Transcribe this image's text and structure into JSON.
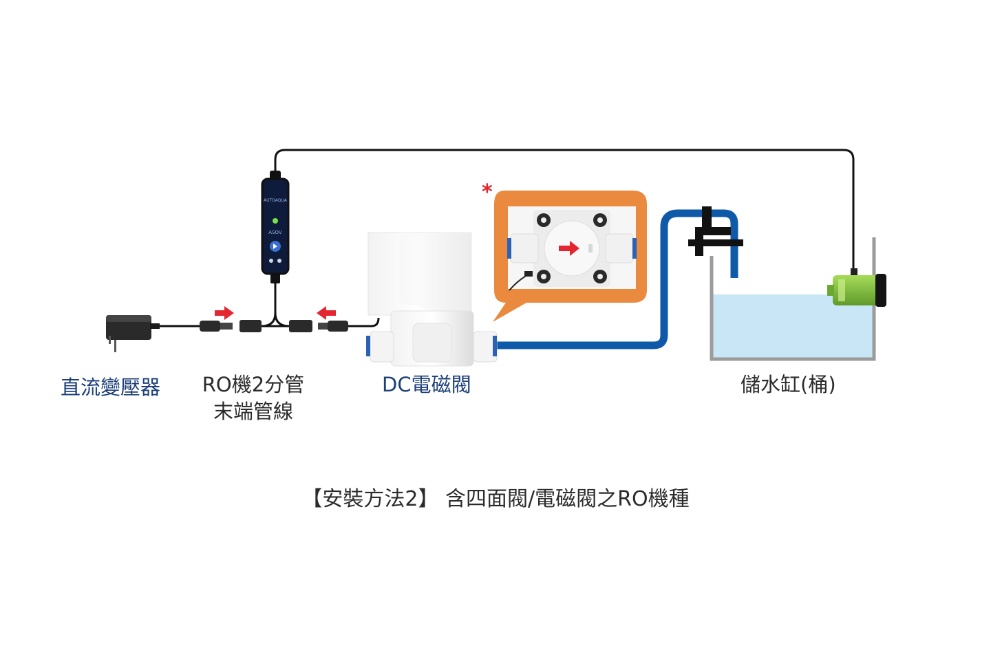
{
  "labels": {
    "adapter": "直流變壓器",
    "ro_line_1": "RO機2分管",
    "ro_line_2": "末端管線",
    "valve": "DC電磁閥",
    "tank": "儲水缸(桶)"
  },
  "caption": "【安裝方法2】 含四面閥/電磁閥之RO機種",
  "callout_marker": "*",
  "controller": {
    "brand": "AUTOAQUA",
    "model": "ASOV"
  },
  "icons": [
    "power-adapter-icon",
    "controller-icon",
    "solenoid-valve-icon",
    "valve-detail-icon",
    "tank-icon",
    "sensor-icon",
    "flow-arrow-icon"
  ],
  "colors": {
    "pipe_blue": "#0f5aa8",
    "callout_orange": "#ea8a3e",
    "arrow_red": "#e3262f",
    "water": "#c8e6f5",
    "sensor_green": "#7ac143",
    "label_blue": "#1c3f7a"
  }
}
